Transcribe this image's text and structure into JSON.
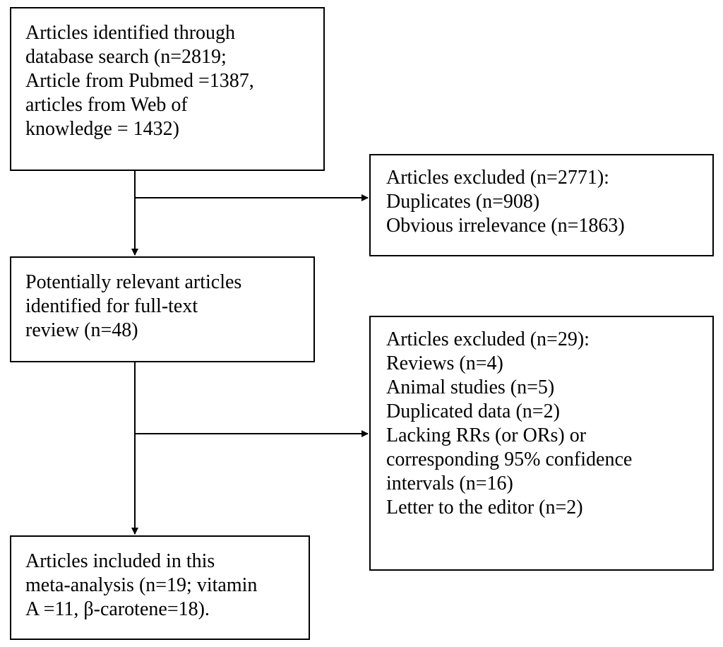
{
  "boxes": {
    "search": {
      "lines": [
        "Articles identified through",
        "database search (n=2819;",
        "Article from Pubmed =1387,",
        "articles from Web of",
        "knowledge = 1432)"
      ]
    },
    "excluded_1": {
      "lines": [
        "Articles excluded (n=2771):",
        "Duplicates (n=908)",
        "Obvious irrelevance (n=1863)"
      ]
    },
    "screen": {
      "lines": [
        "Potentially relevant articles",
        "identified for full-text",
        "review (n=48)"
      ]
    },
    "excluded_2": {
      "lines": [
        "Articles excluded (n=29):",
        "Reviews (n=4)",
        "Animal studies (n=5)",
        "Duplicated data (n=2)",
        "Lacking RRs (or ORs) or",
        "corresponding 95% confidence",
        "intervals (n=16)",
        "Letter to the editor (n=2)"
      ]
    },
    "included": {
      "lines": [
        "Articles included in this",
        "meta-analysis (n=19; vitamin",
        "A =11, β-carotene=18)."
      ]
    }
  },
  "colors": {
    "stroke": "#000000",
    "background": "#ffffff"
  }
}
